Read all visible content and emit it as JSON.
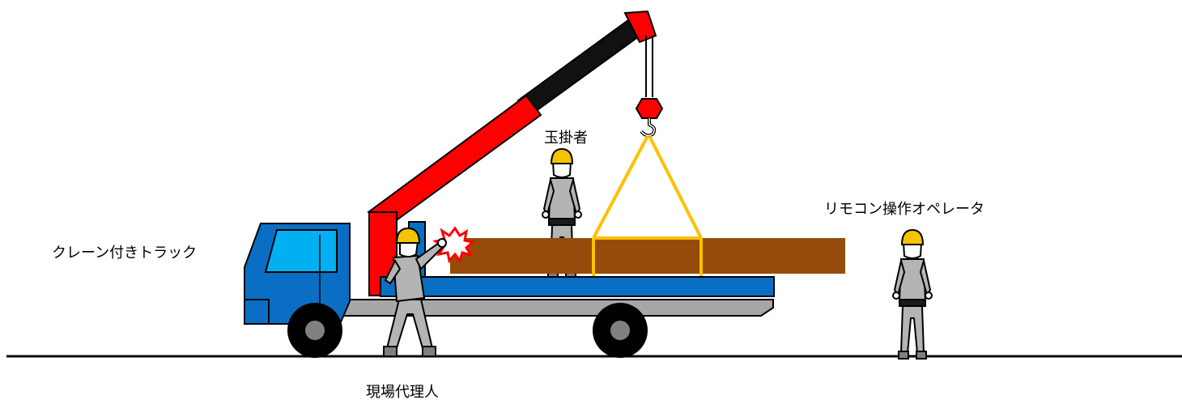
{
  "labels": {
    "truck": "クレーン付きトラック",
    "slinger": "玉掛者",
    "operator": "リモコン操作オペレータ",
    "site_agent": "現場代理人"
  },
  "colors": {
    "truck_blue": "#0a6fc4",
    "cab_window": "#00b0f0",
    "crane_red": "#ff0000",
    "sling_yellow": "#ffc000",
    "load_brown": "#964b0a",
    "helmet_yellow": "#f5c400",
    "worker_gray": "#b4b4b4",
    "chassis_gray": "#a6a6a6"
  },
  "icons": {
    "collision": "collision-burst-icon",
    "hook": "crane-hook-icon"
  }
}
